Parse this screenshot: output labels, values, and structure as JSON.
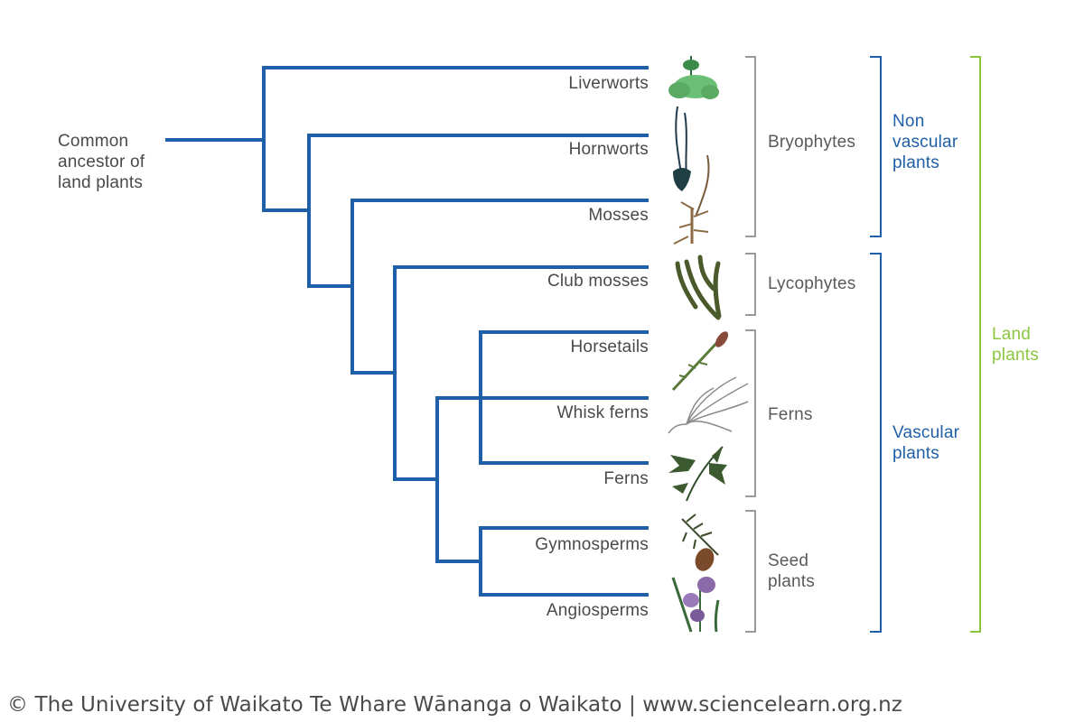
{
  "root_label": "Common\nancestor of\nland plants",
  "taxa": [
    {
      "id": "liverworts",
      "label": "Liverworts"
    },
    {
      "id": "hornworts",
      "label": "Hornworts"
    },
    {
      "id": "mosses",
      "label": "Mosses"
    },
    {
      "id": "club-mosses",
      "label": "Club mosses"
    },
    {
      "id": "horsetails",
      "label": "Horsetails"
    },
    {
      "id": "whisk-ferns",
      "label": "Whisk ferns"
    },
    {
      "id": "ferns",
      "label": "Ferns"
    },
    {
      "id": "gymnosperms",
      "label": "Gymnosperms"
    },
    {
      "id": "angiosperms",
      "label": "Angiosperms"
    }
  ],
  "groups": [
    {
      "id": "bryophytes",
      "label": "Bryophytes"
    },
    {
      "id": "lycophytes",
      "label": "Lycophytes"
    },
    {
      "id": "ferns-group",
      "label": "Ferns"
    },
    {
      "id": "seed-plants",
      "label": "Seed\nplants"
    }
  ],
  "clades": [
    {
      "id": "non-vascular",
      "label": "Non\nvascular\nplants"
    },
    {
      "id": "vascular",
      "label": "Vascular\nplants"
    },
    {
      "id": "land-plants",
      "label": "Land\nplants"
    }
  ],
  "footer": "© The University of Waikato Te Whare Wānanga o Waikato | www.sciencelearn.org.nz",
  "colors": {
    "tree": "#1f5fa8",
    "gray_bracket": "#9a9a9a",
    "blue_bracket": "#1f5fa8",
    "green_bracket": "#8cc63f",
    "text": "#4a4a4a"
  }
}
